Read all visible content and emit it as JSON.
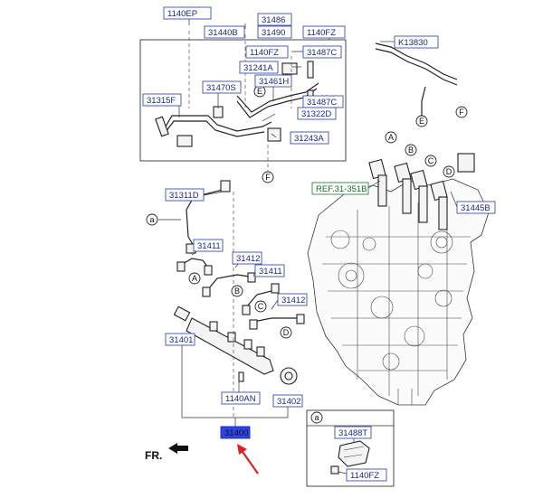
{
  "labels": {
    "p1140EP": "1140EP",
    "p31486": "31486",
    "p31440B": "31440B",
    "p31490": "31490",
    "p1140FZ_top": "1140FZ",
    "pK13830": "K13830",
    "p1140FZ_mid": "1140FZ",
    "p31487C_top": "31487C",
    "p31241A": "31241A",
    "p31461H": "31461H",
    "p31470S": "31470S",
    "p31315F": "31315F",
    "p31487C_low": "31487C",
    "p31322D": "31322D",
    "p31243A": "31243A",
    "pREF": "REF.31-351B",
    "p31445B": "31445B",
    "p31311D": "31311D",
    "p31411_a": "31411",
    "p31412_a": "31412",
    "p31411_b": "31411",
    "p31412_b": "31412",
    "p31401": "31401",
    "p1140AN": "1140AN",
    "p31402": "31402",
    "p31400": "31400",
    "p31488T": "31488T",
    "p1140FZ_inset": "1140FZ"
  },
  "callouts": {
    "A": "A",
    "B": "B",
    "C": "C",
    "D": "D",
    "E": "E",
    "F": "F",
    "a": "a"
  },
  "direction_label": "FR.",
  "colors": {
    "label_border": "#3a4fb0",
    "label_text": "#1b2a8a",
    "selected_fill": "#2f45e0",
    "ref_border": "#2e8a3a",
    "pointer_arrow": "#e02020"
  }
}
